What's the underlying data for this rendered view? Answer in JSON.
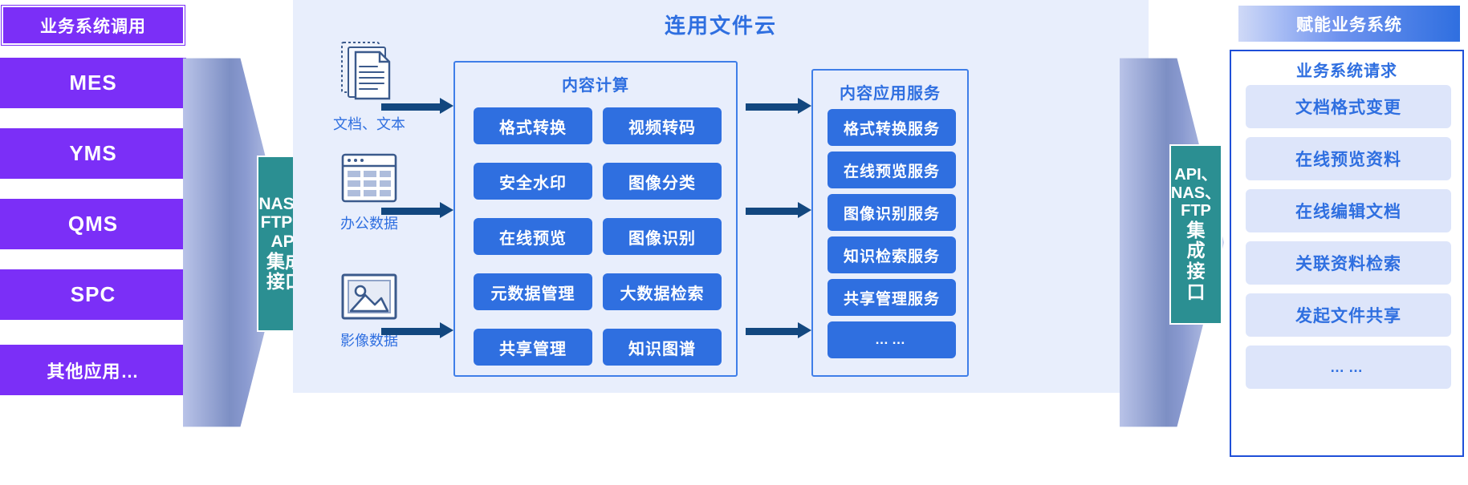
{
  "left": {
    "caption": "业务系统调用",
    "systems": [
      "MES",
      "YMS",
      "QMS",
      "SPC",
      "其他应用…"
    ]
  },
  "integration_left": {
    "lines": [
      "NAS、",
      "FTP、",
      "API",
      "集成",
      "接口"
    ]
  },
  "cloud": {
    "title": "连用文件云",
    "data_types": [
      {
        "label": "文档、文本",
        "icon": "documents-icon"
      },
      {
        "label": "办公数据",
        "icon": "spreadsheet-icon"
      },
      {
        "label": "影像数据",
        "icon": "image-icon"
      }
    ],
    "compute": {
      "title": "内容计算",
      "column_a": [
        "格式转换",
        "安全水印",
        "在线预览",
        "元数据管理",
        "共享管理"
      ],
      "column_b": [
        "视频转码",
        "图像分类",
        "图像识别",
        "大数据检索",
        "知识图谱"
      ]
    },
    "services": {
      "title": "内容应用服务",
      "items": [
        "格式转换服务",
        "在线预览服务",
        "图像识别服务",
        "知识检索服务",
        "共享管理服务",
        "……"
      ]
    }
  },
  "integration_right": {
    "lines": [
      "API、",
      "NAS、",
      "FTP",
      "集",
      "成",
      "接",
      "口"
    ]
  },
  "right": {
    "caption": "赋能业务系统",
    "title": "业务系统请求",
    "items": [
      "文档格式变更",
      "在线预览资料",
      "在线编辑文档",
      "关联资料检索",
      "发起文件共享",
      "……"
    ]
  },
  "colors": {
    "purple": "#7b2ff7",
    "teal": "#2b8f92",
    "blue": "#2f6fe0",
    "dark_arrow": "#12477f",
    "panel_bg": "#e8eefc"
  }
}
